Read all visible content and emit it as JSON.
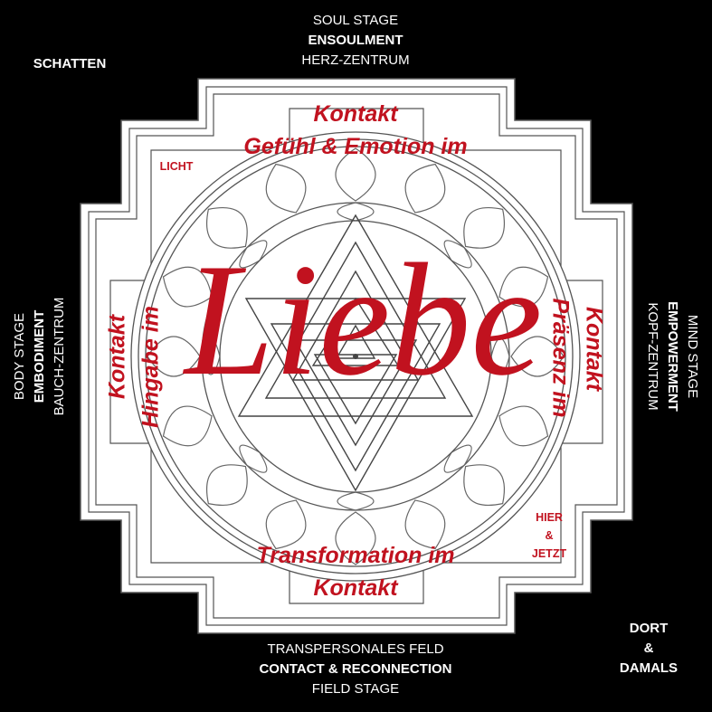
{
  "top": {
    "line1": "SOUL STAGE",
    "line2": "ENSOULMENT",
    "line3": "HERZ-ZENTRUM"
  },
  "bottom": {
    "line1": "TRANSPERSONALES FELD",
    "line2": "CONTACT & RECONNECTION",
    "line3": "FIELD STAGE"
  },
  "left": {
    "line1": "BODY STAGE",
    "line2": "EMBODIMENT",
    "line3": "BAUCH-ZENTRUM"
  },
  "right": {
    "line1": "MIND STAGE",
    "line2": "EMPOWERMENT",
    "line3": "KOPF-ZENTRUM"
  },
  "corners": {
    "top_left": "SCHATTEN",
    "bottom_right_1": "DORT",
    "bottom_right_2": "&",
    "bottom_right_3": "DAMALS"
  },
  "inner": {
    "top_1": "Kontakt",
    "top_2": "Gefühl & Emotion im",
    "bottom_1": "Transformation im",
    "bottom_2": "Kontakt",
    "left_1": "Kontakt",
    "left_2": "Hingabe im",
    "right_1": "Präsenz im",
    "right_2": "Kontakt",
    "licht": "LICHT",
    "hier": "HIER",
    "amp": "&",
    "jetzt": "JETZT",
    "center": "Liebe"
  },
  "colors": {
    "background": "#000000",
    "text": "#ffffff",
    "accent": "#c1121f",
    "line": "#555555"
  }
}
